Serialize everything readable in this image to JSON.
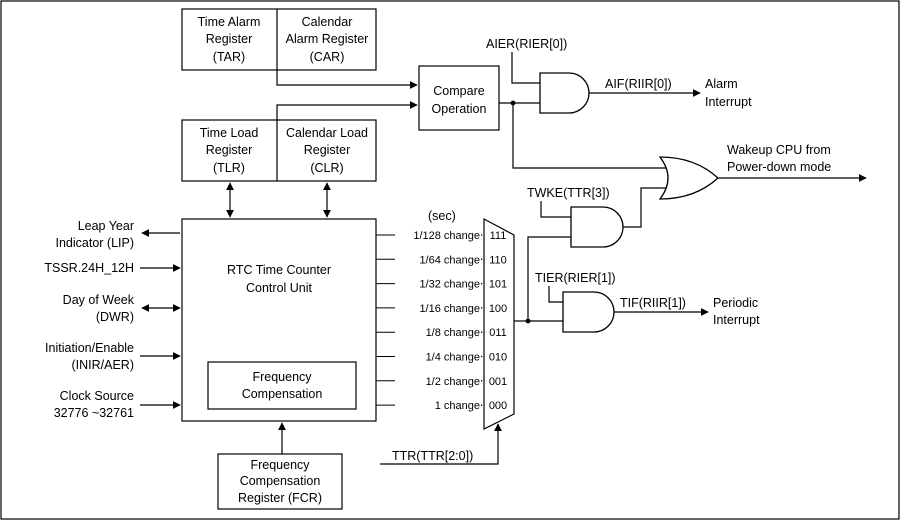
{
  "registers": {
    "tar": [
      "Time Alarm",
      "Register",
      "(TAR)"
    ],
    "car": [
      "Calendar",
      "Alarm Register",
      "(CAR)"
    ],
    "tlr": [
      "Time Load",
      "Register",
      "(TLR)"
    ],
    "clr": [
      "Calendar Load",
      "Register",
      "(CLR)"
    ],
    "fcr": [
      "Frequency",
      "Compensation",
      "Register (FCR)"
    ]
  },
  "compare": [
    "Compare",
    "Operation"
  ],
  "rtc_unit": [
    "RTC Time Counter",
    "Control Unit"
  ],
  "freq_comp": [
    "Frequency",
    "Compensation"
  ],
  "left_io": {
    "lip": [
      "Leap Year",
      "Indicator (LIP)"
    ],
    "tssr": "TSSR.24H_12H",
    "dwr": [
      "Day of Week",
      "(DWR)"
    ],
    "inir": [
      "Initiation/Enable",
      "(INIR/AER)"
    ],
    "clock": [
      "Clock Source",
      "32776 ~32761"
    ]
  },
  "sec_label": "(sec)",
  "tick_rows": [
    {
      "change": "1/128 change",
      "code": "111"
    },
    {
      "change": "1/64 change",
      "code": "110"
    },
    {
      "change": "1/32 change",
      "code": "101"
    },
    {
      "change": "1/16 change",
      "code": "100"
    },
    {
      "change": "1/8 change",
      "code": "011"
    },
    {
      "change": "1/4 change",
      "code": "010"
    },
    {
      "change": "1/2 change",
      "code": "001"
    },
    {
      "change": "1 change",
      "code": "000"
    }
  ],
  "ttr_label": "TTR(TTR[2:0])",
  "signals": {
    "aier": "AIER(RIER[0])",
    "aif": "AIF(RIIR[0])",
    "alarm_interrupt": [
      "Alarm",
      "Interrupt"
    ],
    "wakeup": [
      "Wakeup CPU from",
      "Power-down mode"
    ],
    "twke": "TWKE(TTR[3])",
    "tier": "TIER(RIER[1])",
    "tif": "TIF(RIIR[1])",
    "periodic_interrupt": [
      "Periodic",
      "Interrupt"
    ]
  }
}
